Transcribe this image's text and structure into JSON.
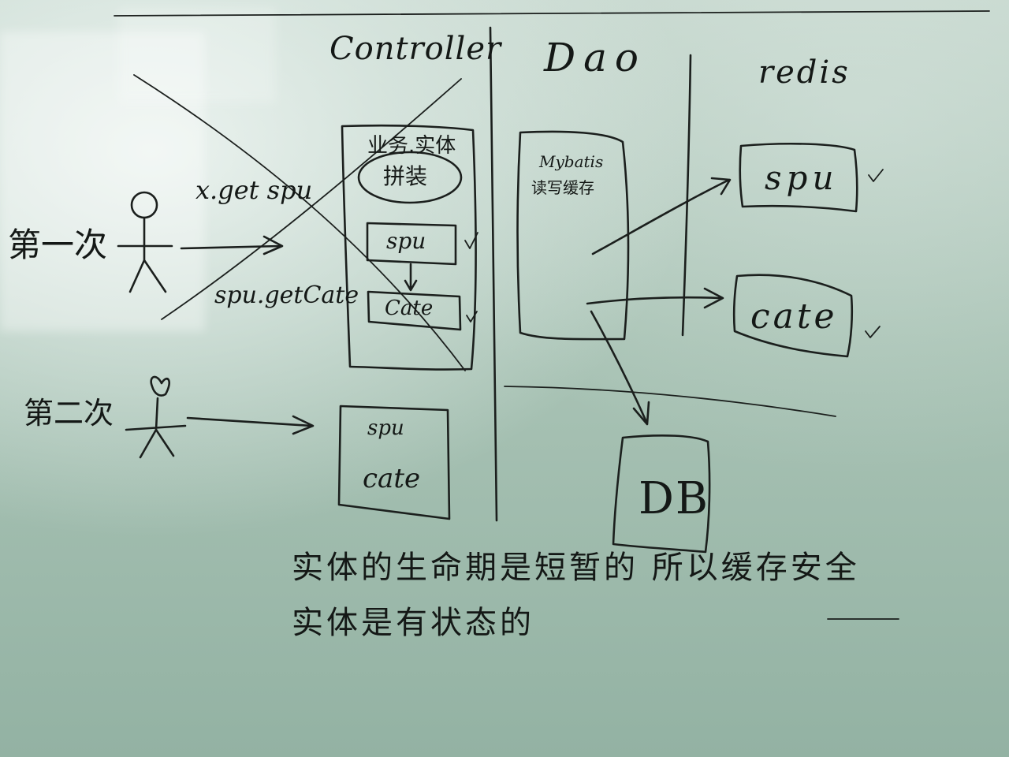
{
  "headers": {
    "controller": "Controller",
    "dao": "Dao",
    "redis": "redis"
  },
  "actors": {
    "first_label": "第一次",
    "second_label": "第二次"
  },
  "calls": {
    "get_spu": "x.get spu",
    "get_cate": "spu.getCate"
  },
  "controller_box": {
    "title": "业务.实体",
    "assemble": "拼装",
    "spu": "spu",
    "cate": "Cate"
  },
  "second_box": {
    "spu": "spu",
    "cate": "cate"
  },
  "dao_box": {
    "line1": "Mybatis",
    "line2": "读写缓存"
  },
  "redis_boxes": {
    "spu": "spu",
    "cate": "cate"
  },
  "db": {
    "label": "DB"
  },
  "notes": {
    "line1": "实体的生命期是短暂的 所以缓存安全",
    "line2": "实体是有状态的"
  },
  "colors": {
    "ink": "#1b1f1d",
    "board": "#a9c3b5"
  }
}
